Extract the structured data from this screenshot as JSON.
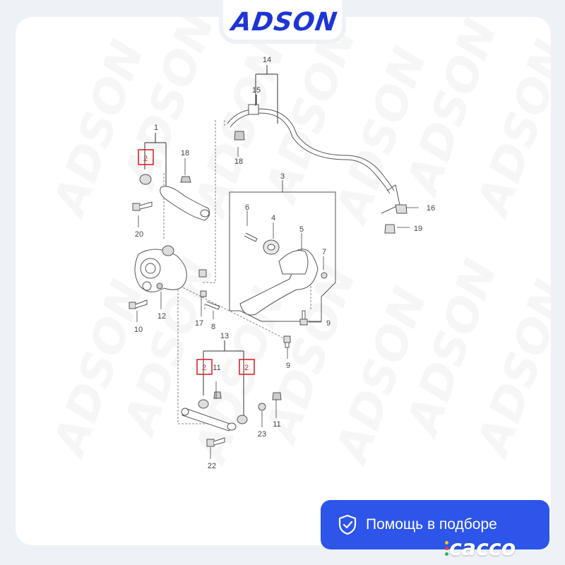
{
  "brand": {
    "logo_text": "ADSON",
    "color": "#1e35d6"
  },
  "watermark_text": "ADSON",
  "diagram": {
    "callouts": {
      "c1": "1",
      "c2a": "2",
      "c2b": "2",
      "c2c": "2",
      "c3": "3",
      "c4": "4",
      "c5": "5",
      "c6": "6",
      "c7": "7",
      "c8": "8",
      "c9a": "9",
      "c9b": "9",
      "c10": "10",
      "c11a": "11",
      "c11b": "11",
      "c12": "12",
      "c13": "13",
      "c14": "14",
      "c15": "15",
      "c16": "16",
      "c17": "17",
      "c18a": "18",
      "c18b": "18",
      "c19": "19",
      "c20": "20",
      "c22": "22",
      "c23": "23"
    },
    "highlight_color": "#e0242a"
  },
  "help_button": {
    "label": "Помощь в подборе",
    "icon": "shield-check-icon",
    "color": "#2d55ea"
  },
  "footer_brand": {
    "text": "cacco",
    "dot_colors": [
      "#f4c21a",
      "#e23b3b",
      "#2fb45a"
    ]
  }
}
